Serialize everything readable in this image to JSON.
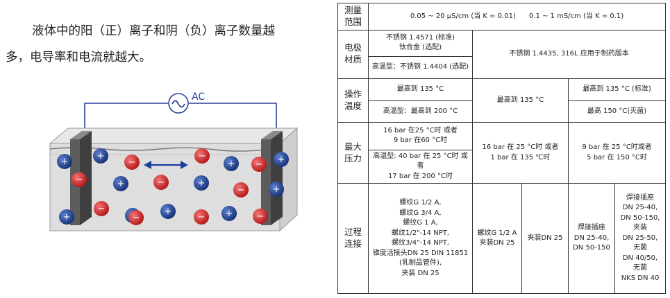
{
  "intro": {
    "line1": "液体中的阳（正）离子和阴（负）离子数量越",
    "line2": "多，电导率和电流就越大。"
  },
  "diagram": {
    "ac_label": "AC",
    "positive_sign": "+",
    "negative_sign": "−",
    "colors": {
      "wire": "#2a3f9a",
      "positive_ion": "#1c3f8f",
      "negative_ion": "#d42a2a",
      "electrode": "#5c5c5c",
      "arrow": "#1b3f9a"
    }
  },
  "table": {
    "measure_range": {
      "head": [
        "测量",
        "范围"
      ],
      "value": "0.05 ~ 20 µS/cm (当 K = 0.01)      0.1 ~ 1 mS/cm (当 K = 0.1)"
    },
    "electrode_material": {
      "head": [
        "电极",
        "材质"
      ],
      "col1_row1": [
        "不锈钢 1.4571 (标准)",
        "钛合金 (选配)"
      ],
      "col1_row2": "高温型：不锈钢 1.4404 (选配)",
      "right": "不锈钢 1.4435, 316L 应用于制药版本"
    },
    "operating_temp": {
      "head": [
        "操作",
        "温度"
      ],
      "c1r1": "最高到 135 °C",
      "c1r2": "高温型：最高到 200 °C",
      "c2": "最高到 135 °C",
      "c3r1": "最高到 135 °C (标准)",
      "c3r2": "最高 150 °C(灭菌)"
    },
    "max_pressure": {
      "head": [
        "最大",
        "压力"
      ],
      "c1r1": [
        "16 bar 在25 °C时 或者",
        "9 bar 在60 °C时"
      ],
      "c1r2": [
        "高温型: 40 bar 在 25 °C时 或者",
        "17 bar 在 200 °C时"
      ],
      "c2": [
        "16 bar 在 25 °C时 或者",
        "1 bar 在 135 ℃时"
      ],
      "c3": [
        "9 bar 在 25 °C时或者",
        "5 bar 在 150 °C时"
      ]
    },
    "process_connection": {
      "head": [
        "过程",
        "连接"
      ],
      "c1": [
        "螺纹G 1/2 A,",
        "螺纹G 3/4 A,",
        "螺纹G 1 A,",
        "螺纹1/2\"-14 NPT,",
        "螺纹3/4\"-14 NPT,",
        "锥度活接头DN 25 DIN 11851",
        "(乳制品管件),",
        "夹装 DN 25"
      ],
      "c2": [
        "螺纹G 1/2 A",
        "夹装DN 25"
      ],
      "c3": "夹装DN 25",
      "c4": [
        "焊接插座",
        "DN 25-40,",
        "DN 50-150"
      ],
      "c5": [
        "焊接插座",
        "DN 25-40,",
        "DN 50-150,",
        "夹装",
        "DN 25-50,",
        "无菌",
        "DN 40/50,",
        "无菌",
        "NKS DN 40"
      ]
    }
  }
}
